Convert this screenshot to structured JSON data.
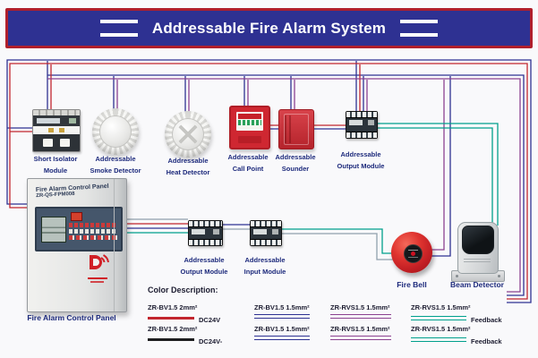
{
  "banner": {
    "title": "Addressable Fire Alarm System"
  },
  "panel": {
    "printed_title": "Fire Alarm Control Panel",
    "printed_model": "ZR-QS-FPM008",
    "label": "Fire Alarm Control Panel"
  },
  "devices": [
    {
      "name": "short-isolator-module",
      "line1": "Short Isolator",
      "line2": "Module"
    },
    {
      "name": "addressable-smoke-detector",
      "line1": "Addressable",
      "line2": "Smoke Detector"
    },
    {
      "name": "addressable-heat-detector",
      "line1": "Addressable",
      "line2": "Heat Detector"
    },
    {
      "name": "addressable-call-point",
      "line1": "Addressable",
      "line2": "Call Point"
    },
    {
      "name": "addressable-sounder",
      "line1": "Addressable",
      "line2": "Sounder"
    },
    {
      "name": "addressable-output-module-top",
      "line1": "Addressable",
      "line2": "Output Module"
    },
    {
      "name": "addressable-output-module",
      "line1": "Addressable",
      "line2": "Output Module"
    },
    {
      "name": "addressable-input-module",
      "line1": "Addressable",
      "line2": "Input Module"
    },
    {
      "name": "fire-bell",
      "line1": "Fire Bell",
      "line2": ""
    },
    {
      "name": "beam-detector",
      "line1": "Beam Detector",
      "line2": ""
    }
  ],
  "legend": {
    "title": "Color Description:",
    "entries": [
      {
        "label": "ZR-BV1.5 2mm²",
        "suffix": "DC24V",
        "color": "#c2262e",
        "style": "single"
      },
      {
        "label": "ZR-BV1.5 2mm²",
        "suffix": "DC24V-",
        "color": "#1d1d1f",
        "style": "single"
      },
      {
        "label": "ZR-BV1.5 1.5mm²",
        "suffix": "",
        "color": "#2e3192",
        "style": "double"
      },
      {
        "label": "ZR-BV1.5 1.5mm²",
        "suffix": "",
        "color": "#2e3192",
        "style": "double"
      },
      {
        "label": "ZR-RVS1.5 1.5mm²",
        "suffix": "",
        "color": "#8c4190",
        "style": "double"
      },
      {
        "label": "ZR-RVS1.5 1.5mm²",
        "suffix": "",
        "color": "#8c4190",
        "style": "double"
      },
      {
        "label": "ZR-RVS1.5 1.5mm²",
        "suffix": "Feedback",
        "color": "#00a08c",
        "style": "double"
      },
      {
        "label": "ZR-RVS1.5 1.5mm²",
        "suffix": "Feedback",
        "color": "#00a08c",
        "style": "double"
      }
    ]
  },
  "colors": {
    "banner_bg": "#2e3192",
    "banner_border": "#b01f2c",
    "wire_navy": "#2e3192",
    "wire_red": "#c2262e",
    "wire_purple": "#8c4190",
    "wire_teal": "#00a08c",
    "wire_gray": "#90a0ac",
    "label_text": "#1d2a7c"
  }
}
